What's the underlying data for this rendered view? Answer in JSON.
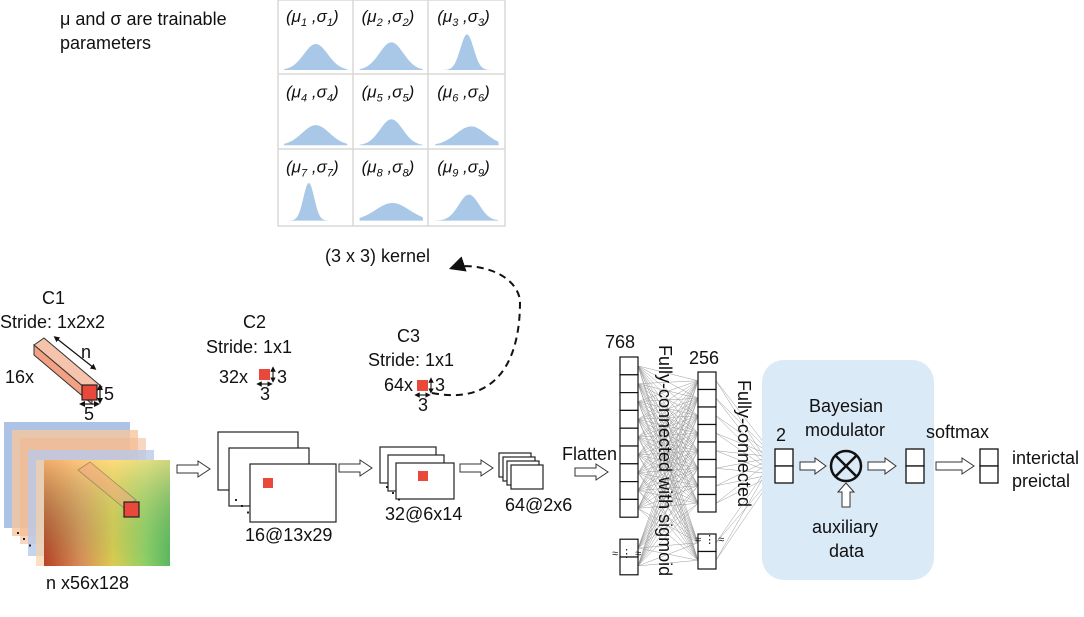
{
  "intro": {
    "line1": "μ and σ are trainable",
    "line2": "parameters"
  },
  "kernel": {
    "cells": [
      {
        "mu": "1",
        "sigma": "1"
      },
      {
        "mu": "2",
        "sigma": "2"
      },
      {
        "mu": "3",
        "sigma": "3"
      },
      {
        "mu": "4",
        "sigma": "4"
      },
      {
        "mu": "5",
        "sigma": "5"
      },
      {
        "mu": "6",
        "sigma": "6"
      },
      {
        "mu": "7",
        "sigma": "7"
      },
      {
        "mu": "8",
        "sigma": "8"
      },
      {
        "mu": "9",
        "sigma": "9"
      }
    ],
    "caption": "(3 x 3) kernel",
    "curve_color": "#a9c8e8"
  },
  "c1": {
    "name": "C1",
    "stride": "Stride: 1x2x2",
    "count": "16x",
    "depth": "n",
    "h": "5",
    "w": "5",
    "input_label": "n x56x128",
    "dots": "⋱"
  },
  "c2": {
    "name": "C2",
    "stride": "Stride: 1x1",
    "count": "32x",
    "h": "3",
    "w": "3",
    "maps_label": "16@13x29",
    "dots": "⋱"
  },
  "c3": {
    "name": "C3",
    "stride": "Stride: 1x1",
    "count": "64x",
    "h": "3",
    "w": "3",
    "maps_label": "32@6x14",
    "dots": "⋱"
  },
  "pool": {
    "label": "64@2x6"
  },
  "flatten": {
    "label": "Flatten",
    "size": "768",
    "approx": "≈ ⋮ ≈"
  },
  "fc1": {
    "label": "Fully-connected with sigmoid",
    "size": "256",
    "approx": "≈ ⋮ ≈"
  },
  "fc2": {
    "label": "Fully-connected",
    "size": "2"
  },
  "modulator": {
    "title1": "Bayesian",
    "title2": "modulator",
    "aux1": "auxiliary",
    "aux2": "data",
    "bg": "#dbeaf7"
  },
  "softmax": {
    "label": "softmax"
  },
  "outputs": {
    "label1": "interictal",
    "label2": "preictal"
  },
  "colors": {
    "red": "#e8493a",
    "prism": "#f2a184"
  }
}
